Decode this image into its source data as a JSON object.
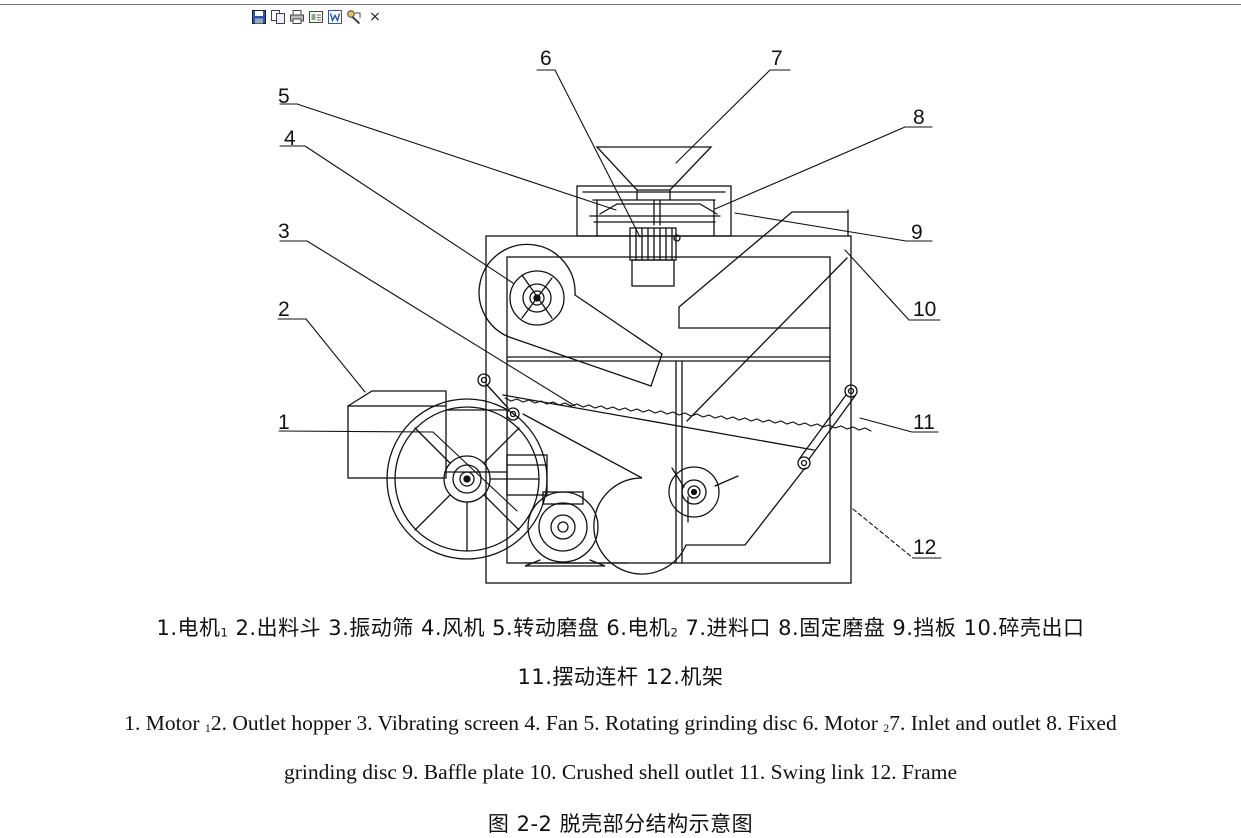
{
  "toolbar": {
    "icons": [
      "save-icon",
      "copy-icon",
      "print-icon",
      "preview-icon",
      "word-export-icon",
      "edit-icon",
      "close-icon"
    ],
    "close_glyph": "×"
  },
  "diagram": {
    "labels": [
      "1",
      "2",
      "3",
      "4",
      "5",
      "6",
      "7",
      "8",
      "9",
      "10",
      "11",
      "12"
    ]
  },
  "caption_cn": {
    "line1_pre": "1.电机",
    "sub_a": "1",
    "line1_mid": " 2.出料斗  3.振动筛 4.风机  5.转动磨盘  6.电机",
    "sub_b": "2",
    "line1_post": " 7.进料口  8.固定磨盘  9.挡板  10.碎壳出口",
    "line2": "11.摆动连杆  12.机架"
  },
  "caption_en": {
    "line1_pre": "1. Motor ",
    "sub_a": "1",
    "line1_mid": "2. Outlet hopper 3. Vibrating screen 4. Fan 5. Rotating grinding disc 6. Motor ",
    "sub_b": "2",
    "line1_post": "7. Inlet and outlet 8. Fixed",
    "line2": "grinding disc 9. Baffle plate 10. Crushed shell outlet 11. Swing link 12. Frame"
  },
  "figure_title": "图 2-2 脱壳部分结构示意图"
}
